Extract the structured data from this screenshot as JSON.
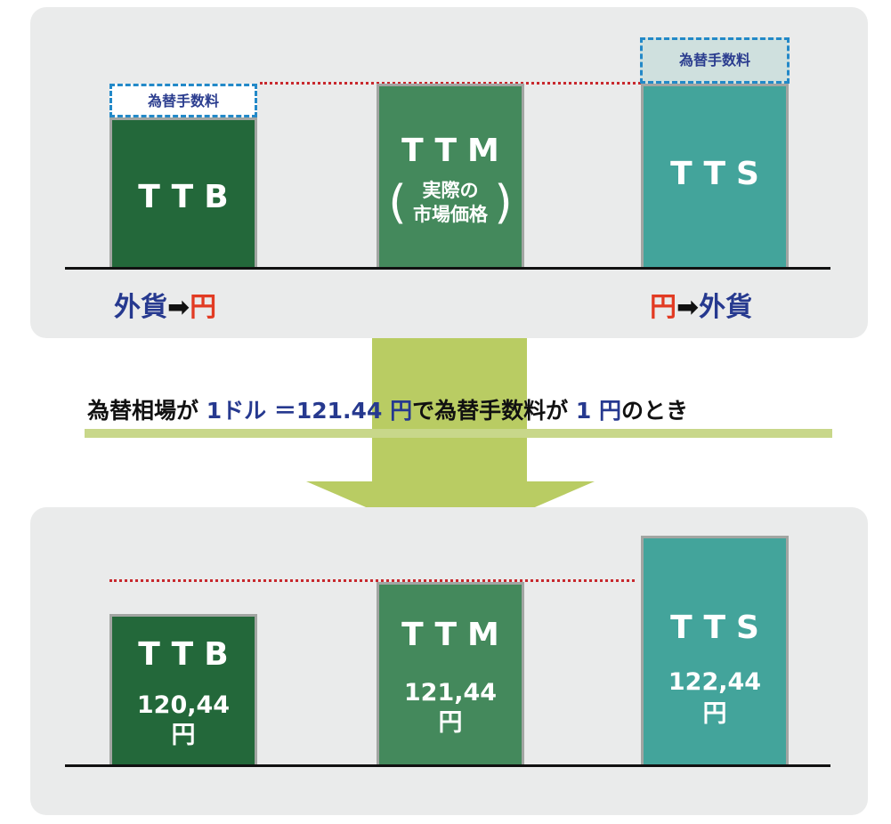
{
  "top": {
    "ttb_label": "TTB",
    "ttm_label": "TTM",
    "ttm_sub_line1": "実際の",
    "ttm_sub_line2": "市場価格",
    "tts_label": "TTS",
    "fee_label": "為替手数料",
    "left_conversion": {
      "from": "外貨",
      "arrow": "➡",
      "to": "円"
    },
    "right_conversion": {
      "from": "円",
      "arrow": "➡",
      "to": "外貨"
    }
  },
  "caption": {
    "part1": "為替相場が",
    "rate_unit": "1ドル",
    "equals": "＝",
    "rate_value": "121.44",
    "yen": "円",
    "part2": "で為替手数料が",
    "fee_value": "1",
    "fee_yen": "円",
    "part3": "のとき"
  },
  "bottom": {
    "ttb_label": "TTB",
    "ttb_value": "120,44",
    "ttb_unit": "円",
    "ttm_label": "TTM",
    "ttm_value": "121,44",
    "ttm_unit": "円",
    "tts_label": "TTS",
    "tts_value": "122,44",
    "tts_unit": "円"
  },
  "colors": {
    "ttb": "#23683a",
    "ttm": "#44895c",
    "tts": "#43a49b",
    "dotted_line": "#c8282d",
    "fee_border": "#2389c8",
    "arrow": "#b9cc63"
  }
}
